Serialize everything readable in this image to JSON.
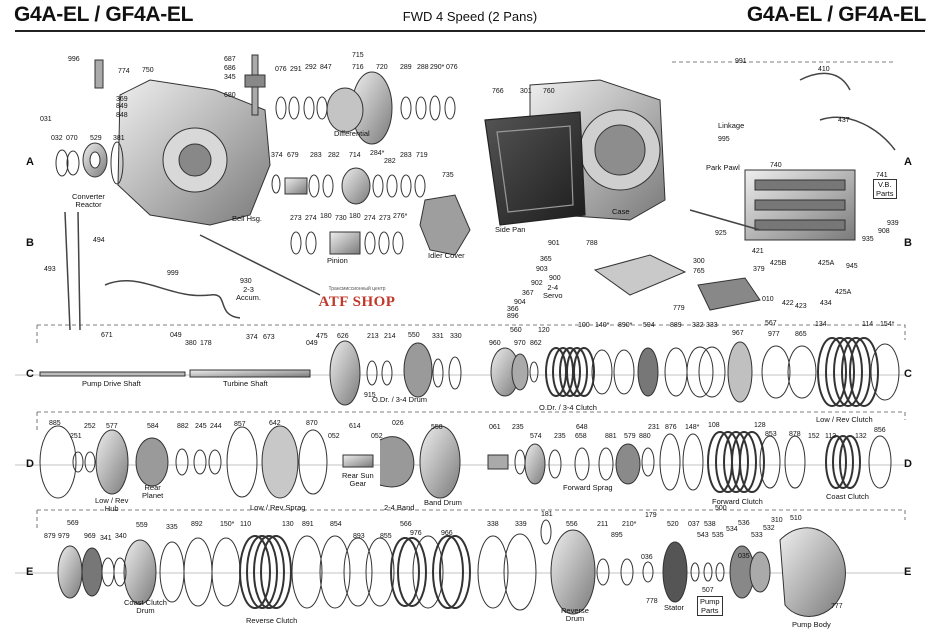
{
  "header": {
    "title_left": "G4A-EL / GF4A-EL",
    "subtitle": "FWD 4 Speed (2 Pans)",
    "title_right": "G4A-EL / GF4A-EL"
  },
  "watermark": {
    "small": "Трансмиссионный центр",
    "brand": "ATF SHOP"
  },
  "row_labels": [
    "A",
    "B",
    "C",
    "D",
    "E"
  ],
  "captions": {
    "converter_reactor": "Converter\nReactor",
    "bell_hsg": "Bell Hsg.",
    "differential": "Differential",
    "pinion": "Pinion",
    "idler_cover": "Idler Cover",
    "accum": "2-3\nAccum.",
    "side_pan": "Side Pan",
    "case": "Case",
    "servo": "2-4\nServo",
    "linkage": "Linkage",
    "park_pawl": "Park Pawl",
    "vb_parts": "V.B.\nParts",
    "pump_drive_shaft": "Pump Drive Shaft",
    "turbine_shaft": "Turbine Shaft",
    "od_34_drum": "O.Dr. / 3-4 Drum",
    "od_34_clutch": "O.Dr. / 3-4 Clutch",
    "low_rev_clutch": "Low / Rev Clutch",
    "low_rev_hub": "Low / Rev\nHub",
    "rear_planet": "Rear\nPlanet",
    "low_rev_sprag": "Low / Rev Sprag",
    "rear_sun_gear": "Rear Sun\nGear",
    "band_24": "2-4 Band",
    "band_drum": "Band Drum",
    "forward_sprag": "Forward Sprag",
    "forward_clutch": "Forward Clutch",
    "coast_clutch": "Coast Clutch",
    "coast_clutch_drum": "Coast Clutch\nDrum",
    "reverse_clutch": "Reverse Clutch",
    "reverse_drum": "Reverse\nDrum",
    "stator": "Stator",
    "pump_parts": "Pump\nParts",
    "pump_body": "Pump Body"
  },
  "part_numbers": {
    "row_a": [
      "996",
      "774",
      "369",
      "849",
      "848",
      "750",
      "031",
      "032",
      "070",
      "529",
      "381",
      "687",
      "686",
      "345",
      "680",
      "715",
      "076",
      "291",
      "292",
      "847",
      "716",
      "720",
      "289",
      "288",
      "290*",
      "076",
      "766",
      "301",
      "760",
      "991",
      "410",
      "437",
      "995",
      "740",
      "741"
    ],
    "row_b": [
      "374",
      "679",
      "283",
      "282",
      "714",
      "284*",
      "282",
      "283",
      "719",
      "735",
      "494",
      "493",
      "999",
      "273",
      "274",
      "180",
      "730",
      "180",
      "274",
      "273",
      "276*",
      "930",
      "925",
      "901",
      "788",
      "365",
      "903",
      "900",
      "902",
      "367",
      "904",
      "366",
      "896",
      "300",
      "765",
      "779",
      "010",
      "379",
      "421",
      "425B",
      "422",
      "423",
      "434",
      "425A",
      "425A",
      "945",
      "935",
      "939",
      "908"
    ],
    "row_c": [
      "671",
      "049",
      "380",
      "178",
      "374",
      "673",
      "049",
      "475",
      "626",
      "213",
      "214",
      "550",
      "331",
      "330",
      "560",
      "120",
      "960",
      "970",
      "862",
      "100",
      "140*",
      "890*",
      "594",
      "889",
      "332",
      "333",
      "967",
      "567",
      "977",
      "865",
      "134",
      "114",
      "154*",
      "915"
    ],
    "row_d": [
      "885",
      "251",
      "252",
      "577",
      "584",
      "882",
      "245",
      "244",
      "857",
      "642",
      "870",
      "052",
      "614",
      "052",
      "026",
      "558",
      "061",
      "235",
      "648",
      "574",
      "235",
      "658",
      "881",
      "579",
      "880",
      "231",
      "876",
      "148*",
      "108",
      "128",
      "853",
      "878",
      "152",
      "112",
      "132",
      "856"
    ],
    "row_e": [
      "569",
      "879",
      "979",
      "969",
      "341",
      "340",
      "559",
      "335",
      "892",
      "150*",
      "110",
      "130",
      "891",
      "854",
      "566",
      "893",
      "855",
      "976",
      "966",
      "338",
      "339",
      "181",
      "556",
      "211",
      "210*",
      "895",
      "179",
      "036",
      "778",
      "520",
      "037",
      "538",
      "543",
      "535",
      "507",
      "534",
      "536",
      "533",
      "035",
      "532",
      "310",
      "510",
      "500",
      "777"
    ]
  },
  "colors": {
    "part_fill": "#c9c9c9",
    "part_stroke": "#3a3a3a",
    "friction": "#5a5a5a",
    "watermark": "#c0392b"
  }
}
